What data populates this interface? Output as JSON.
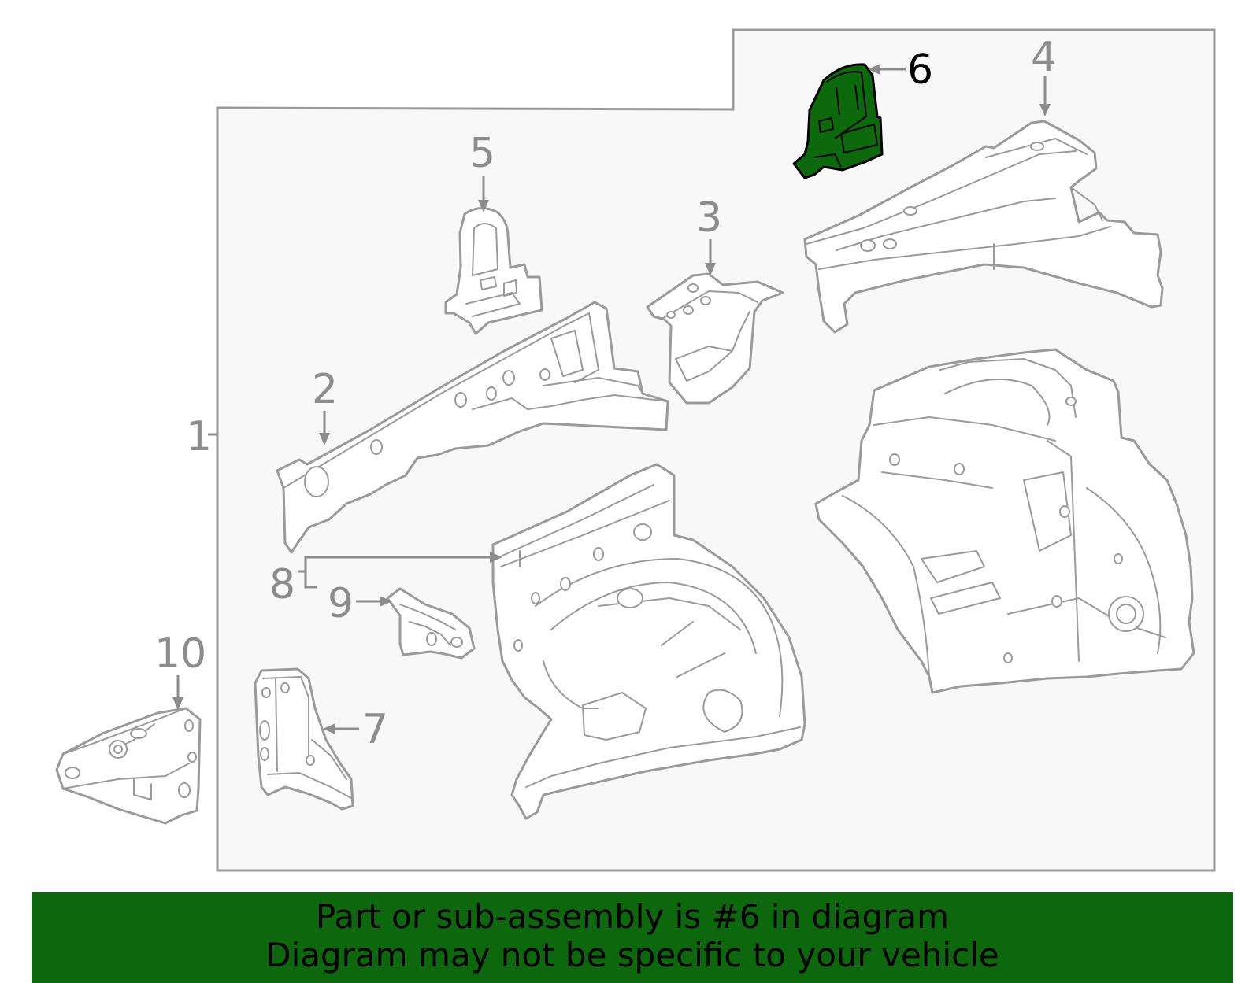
{
  "diagram": {
    "callouts": [
      {
        "id": "1",
        "text": "1"
      },
      {
        "id": "2",
        "text": "2"
      },
      {
        "id": "3",
        "text": "3"
      },
      {
        "id": "4",
        "text": "4"
      },
      {
        "id": "5",
        "text": "5"
      },
      {
        "id": "6",
        "text": "6"
      },
      {
        "id": "7",
        "text": "7"
      },
      {
        "id": "8",
        "text": "8"
      },
      {
        "id": "9",
        "text": "9"
      },
      {
        "id": "10",
        "text": "10"
      }
    ],
    "highlighted_part": "6",
    "colors": {
      "highlight": "#0c6a0c",
      "line": "#9a9a9a",
      "panel_fill": "#f8f8f8",
      "banner": "#0d680d"
    }
  },
  "caption": {
    "line1": "Part or sub-assembly is #6 in diagram",
    "line2": "Diagram may not be specific to your vehicle"
  }
}
